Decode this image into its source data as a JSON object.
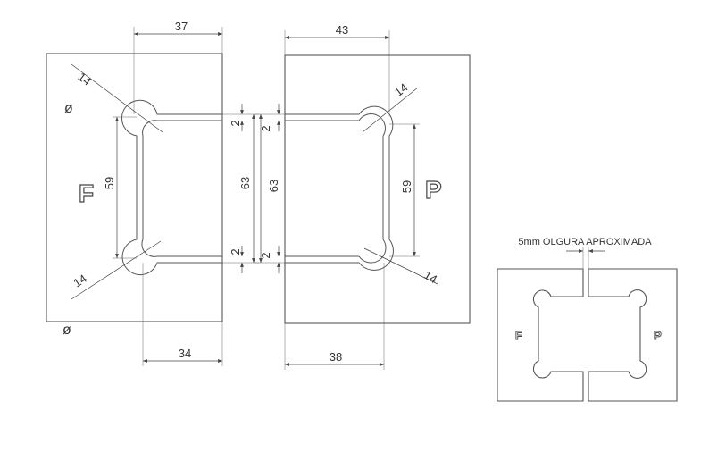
{
  "left_part": {
    "letter": "F",
    "symbol_top": "ø",
    "symbol_bottom": "ø",
    "dims": {
      "top_width": "37",
      "bottom_width": "34",
      "inner_height": "59",
      "outer_height": "63",
      "radius_top": "14",
      "radius_bottom": "14",
      "gap_top": "2",
      "gap_bottom": "2"
    }
  },
  "right_part": {
    "letter": "P",
    "dims": {
      "top_width": "43",
      "bottom_width": "38",
      "inner_height": "59",
      "outer_height": "63",
      "radius_top": "14",
      "radius_bottom": "14",
      "gap_top": "2",
      "gap_bottom": "2"
    }
  },
  "assembly": {
    "clearance_note": "5mm OLGURA APROXIMADA",
    "letter_left": "F",
    "letter_right": "P"
  }
}
